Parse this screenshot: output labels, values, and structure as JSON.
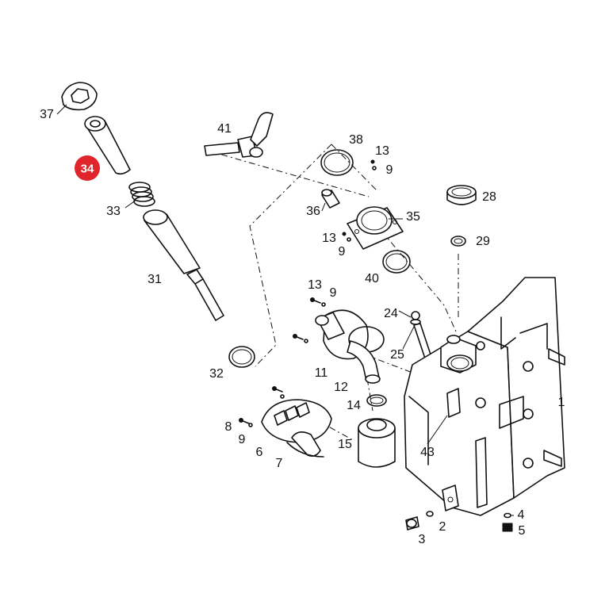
{
  "diagram": {
    "highlight": {
      "label": "34",
      "color": "#e0252c"
    },
    "callouts": [
      "37",
      "33",
      "31",
      "32",
      "41",
      "38",
      "13",
      "9",
      "36",
      "35",
      "13",
      "9",
      "40",
      "28",
      "29",
      "13",
      "9",
      "24",
      "25",
      "11",
      "12",
      "14",
      "15",
      "43",
      "1",
      "8",
      "9",
      "6",
      "7",
      "4",
      "5",
      "2",
      "3"
    ],
    "colors": {
      "line": "#111111",
      "background": "#ffffff"
    }
  }
}
